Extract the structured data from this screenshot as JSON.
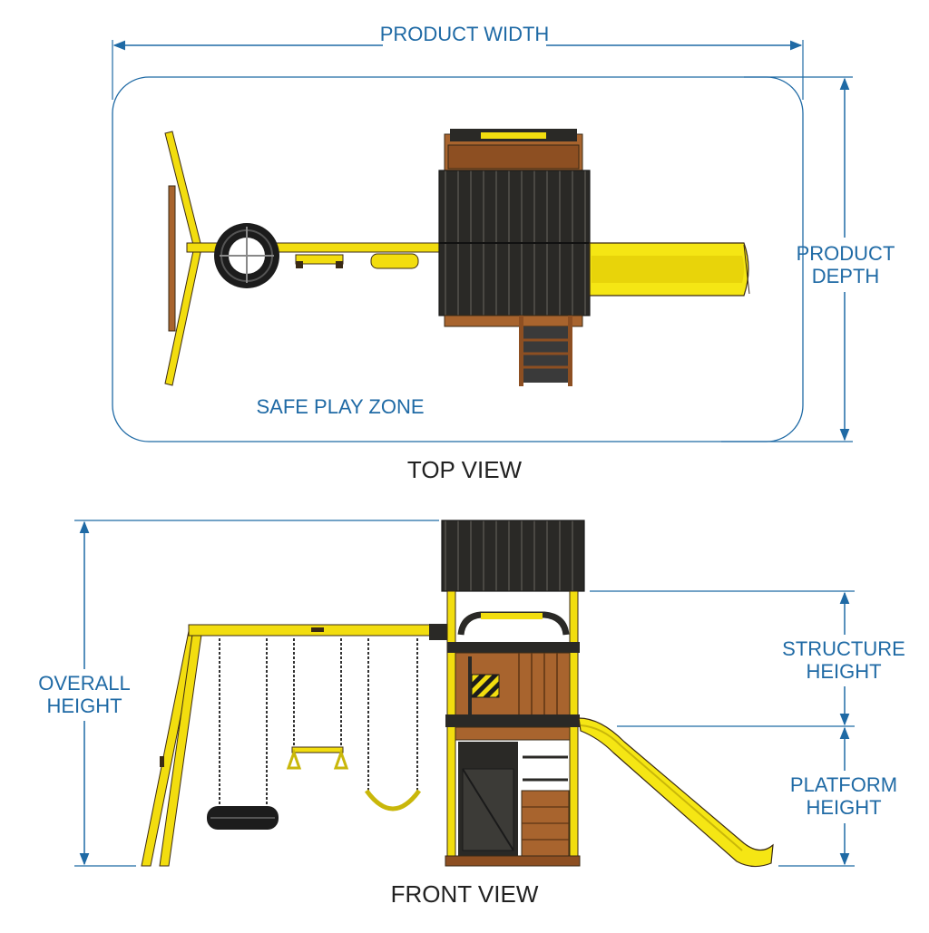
{
  "top_view": {
    "title": "TOP VIEW",
    "width_label": "PRODUCT WIDTH",
    "depth_label_1": "PRODUCT",
    "depth_label_2": "DEPTH",
    "zone_label": "SAFE PLAY ZONE"
  },
  "front_view": {
    "title": "FRONT VIEW",
    "overall_label_1": "OVERALL",
    "overall_label_2": "HEIGHT",
    "structure_label_1": "STRUCTURE",
    "structure_label_2": "HEIGHT",
    "platform_label_1": "PLATFORM",
    "platform_label_2": "HEIGHT"
  },
  "colors": {
    "dimension": "#1f6aa5",
    "frame_yellow": "#f2dd0f",
    "wood": "#a8642e",
    "roof": "#262522",
    "slide": "#f5e614"
  }
}
